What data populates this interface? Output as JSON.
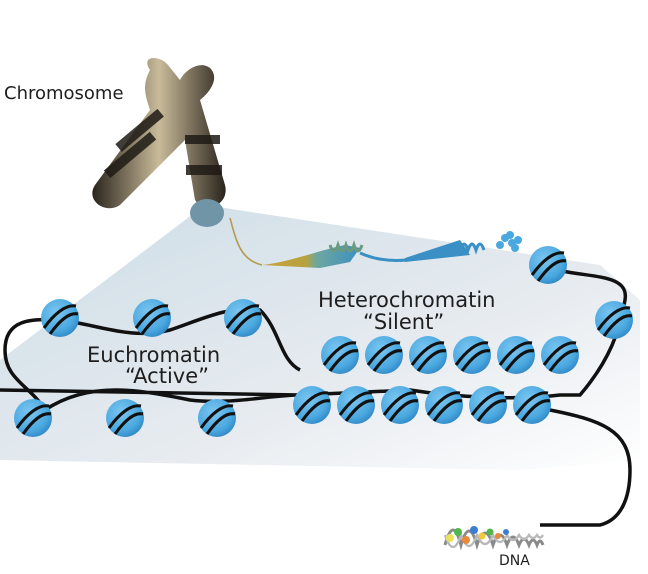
{
  "diagram": {
    "title": "Chromatin structure: from chromosome to DNA",
    "labels": {
      "chromosome": "Chromosome",
      "heterochromatin": "Heterochromatin",
      "heterochromatin_state": "“Silent”",
      "euchromatin": "Euchromatin",
      "euchromatin_state": "“Active”",
      "dna": "DNA"
    },
    "colors": {
      "nucleosome": "#4aa8e0",
      "nucleosome_dark": "#2f86c4",
      "dna_strand": "#111111",
      "chromosome_light": "#c9bb9a",
      "chromosome_dark": "#2a241c",
      "fiber_gold": "#c9a13a",
      "fiber_blue": "#3a8fc4",
      "backdrop": "#dfe6ec"
    },
    "nodes": [
      {
        "id": "chromosome",
        "label_key": "chromosome"
      },
      {
        "id": "solenoid-fiber",
        "label_key": null
      },
      {
        "id": "euchromatin",
        "label_key": "euchromatin",
        "nucleosome_count": 6
      },
      {
        "id": "heterochromatin",
        "label_key": "heterochromatin",
        "nucleosome_count": 12
      },
      {
        "id": "dna-helix",
        "label_key": "dna"
      }
    ]
  }
}
